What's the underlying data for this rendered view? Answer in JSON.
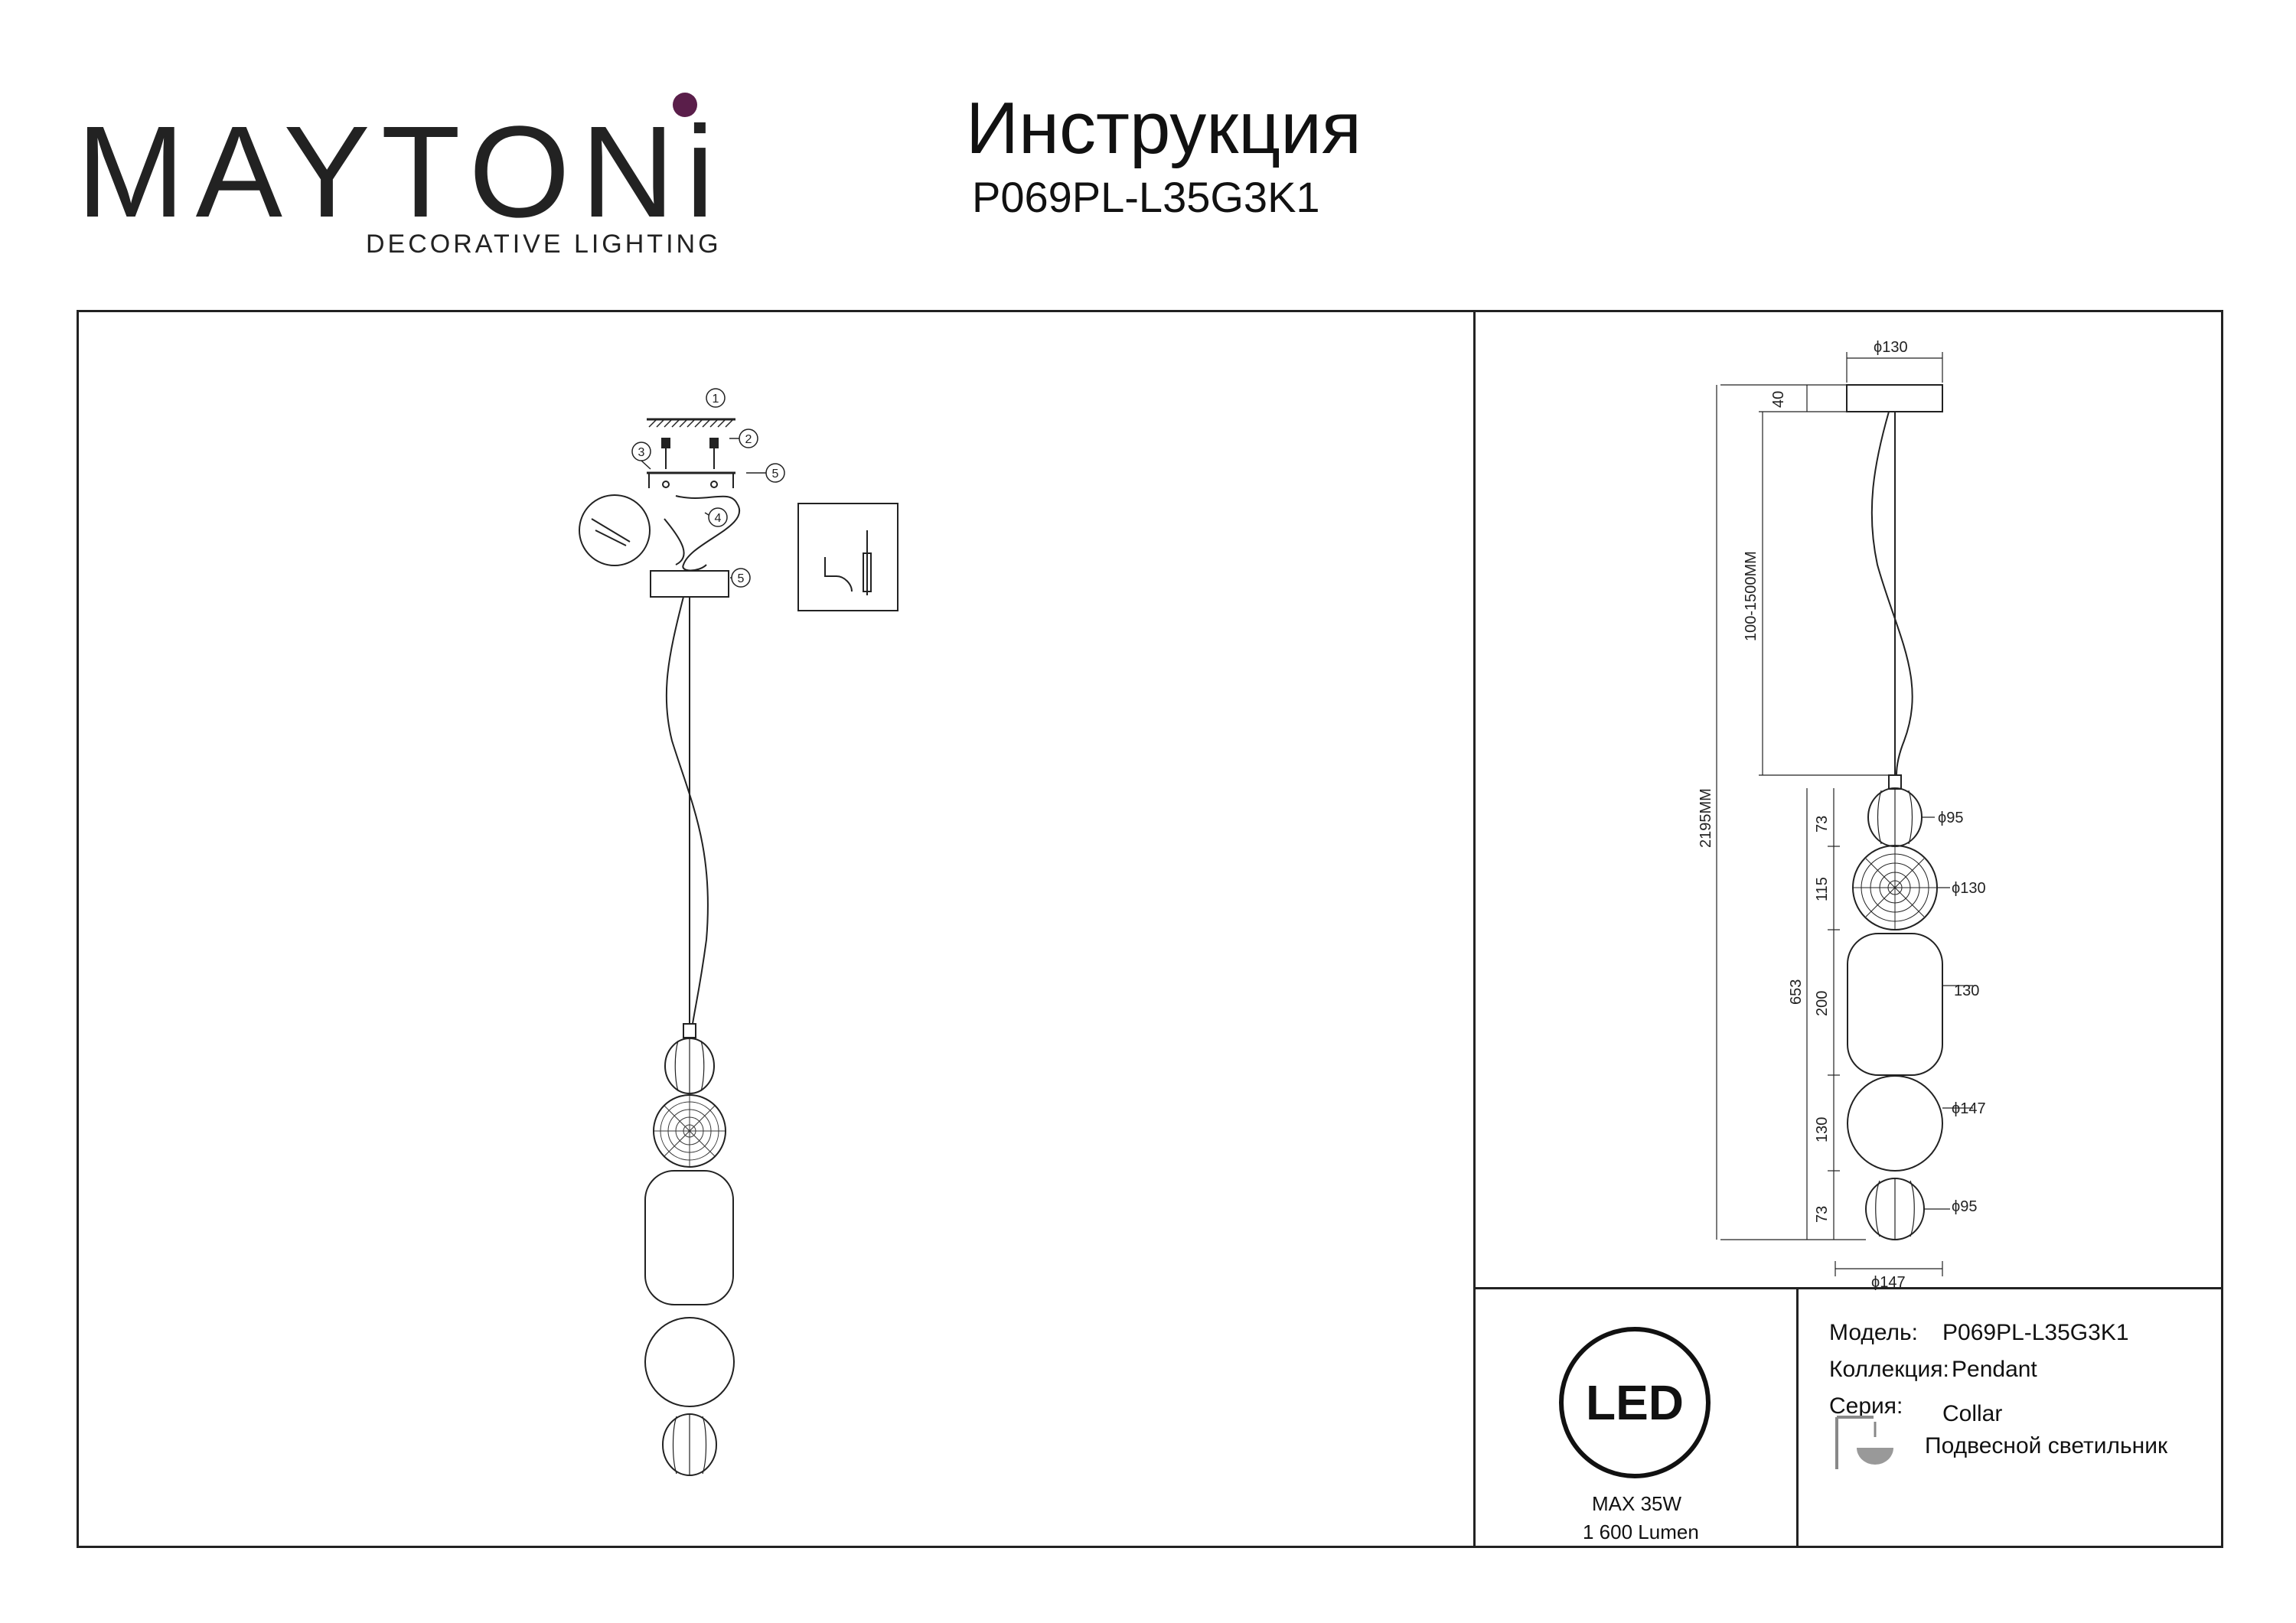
{
  "brand": {
    "name": "MAYTONi",
    "tagline": "DECORATIVE LIGHTING",
    "accent": "#5a1e4a"
  },
  "document": {
    "title": "Инструкция",
    "model": "P069PL-L35G3K1"
  },
  "installation": {
    "callouts": [
      "1",
      "2",
      "3",
      "4",
      "5",
      "5"
    ]
  },
  "dimensions": {
    "canopy_diameter": "ϕ130",
    "canopy_height": "40",
    "cable_length": "100-1500MM",
    "total_height": "2195MM",
    "body_height": "653",
    "segments": [
      {
        "height": "73",
        "diameter": "ϕ95"
      },
      {
        "height": "115",
        "diameter": "ϕ130"
      },
      {
        "height": "200",
        "diameter": "130"
      },
      {
        "height": "130",
        "diameter": "ϕ147"
      },
      {
        "height": "73",
        "diameter": "ϕ95"
      }
    ],
    "base_diameter": "ϕ147"
  },
  "specs": {
    "led_label": "LED",
    "power": "MAX 35W",
    "lumen": "1 600 Lumen"
  },
  "info": {
    "model_label": "Модель:",
    "model_value": "P069PL-L35G3K1",
    "collection_label": "Коллекция:",
    "collection_value": "Pendant",
    "series_label": "Серия:",
    "series_value": "Collar",
    "type_value": "Подвесной светильник"
  }
}
